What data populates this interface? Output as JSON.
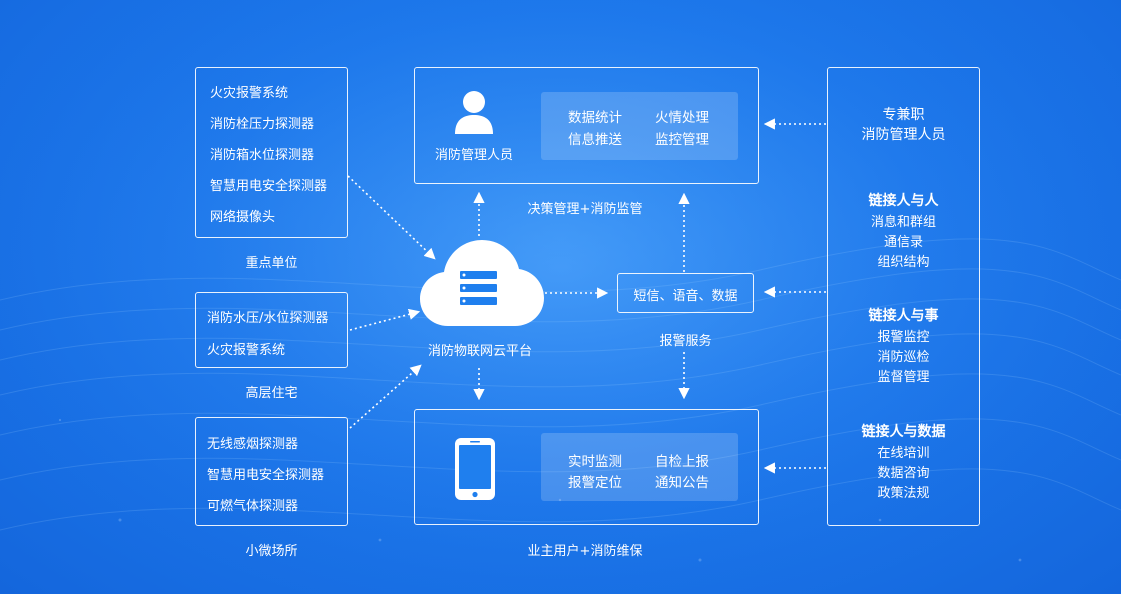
{
  "left": {
    "key_units": {
      "items": [
        "火灾报警系统",
        "消防栓压力探测器",
        "消防箱水位探测器",
        "智慧用电安全探测器",
        "网络摄像头"
      ],
      "caption": "重点单位"
    },
    "high_rise": {
      "items": [
        "消防水压/水位探测器",
        "火灾报警系统"
      ],
      "caption": "高层住宅"
    },
    "small_venue": {
      "items": [
        "无线感烟探测器",
        "智慧用电安全探测器",
        "可燃气体探测器"
      ],
      "caption": "小微场所"
    }
  },
  "center": {
    "cloud_label": "消防物联网云平台",
    "top_panel": {
      "user_label": "消防管理人员",
      "functions": [
        "数据统计",
        "火情处理",
        "信息推送",
        "监控管理"
      ],
      "caption": "决策管理+消防监管"
    },
    "alarm": {
      "label": "短信、语音、数据",
      "caption": "报警服务"
    },
    "bottom_panel": {
      "functions": [
        "实时监测",
        "自检上报",
        "报警定位",
        "通知公告"
      ],
      "caption": "业主用户+消防维保"
    }
  },
  "right": {
    "header": [
      "专兼职",
      "消防管理人员"
    ],
    "sections": [
      {
        "title": "链接人与人",
        "items": [
          "消息和群组",
          "通信录",
          "组织结构"
        ]
      },
      {
        "title": "链接人与事",
        "items": [
          "报警监控",
          "消防巡检",
          "监督管理"
        ]
      },
      {
        "title": "链接人与数据",
        "items": [
          "在线培训",
          "数据咨询",
          "政策法规"
        ]
      }
    ]
  },
  "icons": {
    "user": "user-icon",
    "cloud": "cloud-server-icon",
    "phone": "smartphone-icon"
  }
}
